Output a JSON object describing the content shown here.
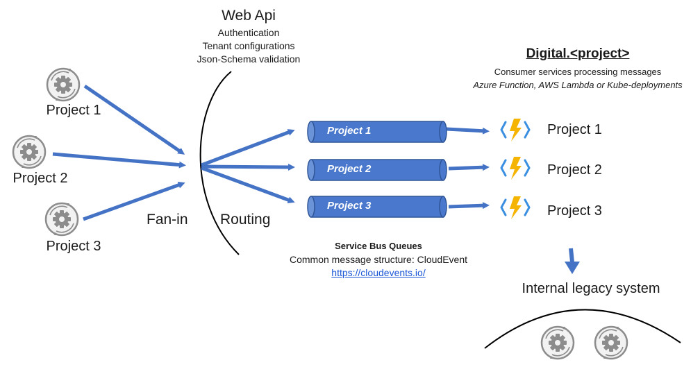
{
  "colors": {
    "arrow": "#4472c4",
    "queue_fill": "#4a78cc",
    "queue_stroke": "#2f5597",
    "gear": "#8c8c8c",
    "lightning": "#f5b400",
    "lightning_bracket": "#3a8fe0"
  },
  "producers": [
    {
      "label": "Project 1",
      "icon": "gear-icon"
    },
    {
      "label": "Project 2",
      "icon": "gear-icon"
    },
    {
      "label": "Project 3",
      "icon": "gear-icon"
    }
  ],
  "web_api": {
    "title": "Web Api",
    "features": [
      "Authentication",
      "Tenant configurations",
      "Json-Schema validation"
    ]
  },
  "fan_in_label": "Fan-in",
  "routing_label": "Routing",
  "queues": [
    {
      "label": "Project 1"
    },
    {
      "label": "Project 2"
    },
    {
      "label": "Project 3"
    }
  ],
  "service_bus": {
    "title": "Service Bus Queues",
    "subtitle": "Common  message structure: CloudEvent",
    "link": "https://cloudevents.io/"
  },
  "digital": {
    "title": "Digital.<project>",
    "subtitle": "Consumer services processing messages",
    "platforms": "Azure Function, AWS Lambda or Kube-deployments"
  },
  "consumers": [
    {
      "label": "Project 1",
      "icon": "azure-function-icon"
    },
    {
      "label": "Project 2",
      "icon": "azure-function-icon"
    },
    {
      "label": "Project 3",
      "icon": "azure-function-icon"
    }
  ],
  "legacy": {
    "label": "Internal legacy system",
    "icons": [
      "gear-icon",
      "gear-icon"
    ]
  }
}
